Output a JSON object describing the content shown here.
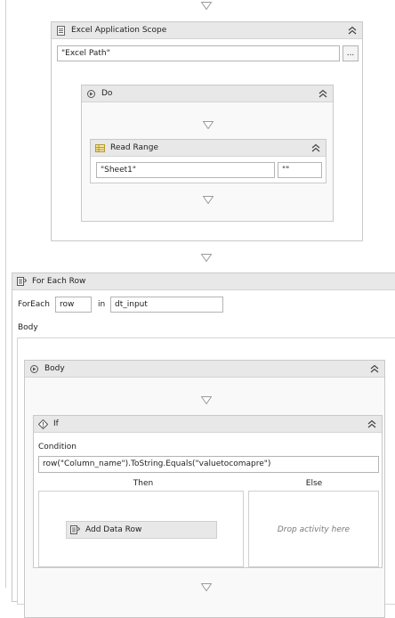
{
  "excel_scope": {
    "title": "Excel Application Scope",
    "path_value": "\"Excel Path\"",
    "browse_label": "..."
  },
  "do_block": {
    "title": "Do"
  },
  "read_range": {
    "title": "Read Range",
    "sheet_value": "\"Sheet1\"",
    "range_value": "\"\""
  },
  "for_each_row": {
    "title": "For Each Row",
    "foreach_label": "ForEach",
    "item_value": "row",
    "in_label": "in",
    "collection_value": "dt_input",
    "body_label": "Body"
  },
  "body_block": {
    "title": "Body"
  },
  "if_block": {
    "title": "If",
    "condition_label": "Condition",
    "condition_value": "row(\"Column_name\").ToString.Equals(\"valuetocomapre\")",
    "then_label": "Then",
    "else_label": "Else",
    "drop_placeholder": "Drop activity here"
  },
  "add_data_row": {
    "title": "Add Data Row"
  }
}
